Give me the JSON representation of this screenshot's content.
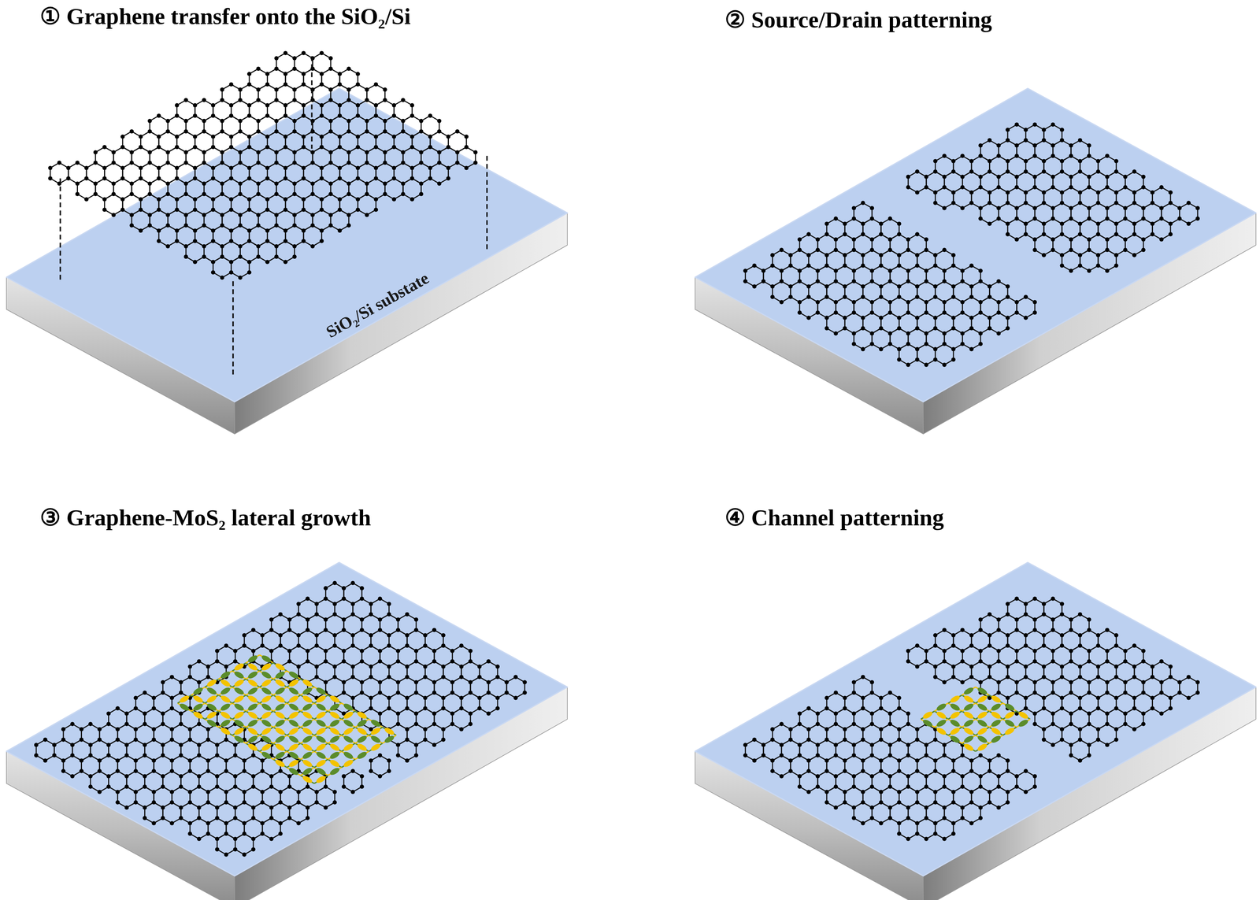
{
  "diagram": {
    "labels": [
      "① Graphene transfer onto the SiO₂/Si",
      "SiO₂/Si substate",
      "② Source/Drain patterning",
      "③ Graphene-MoS₂ lateral growth",
      "④ Channel patterning"
    ]
  }
}
